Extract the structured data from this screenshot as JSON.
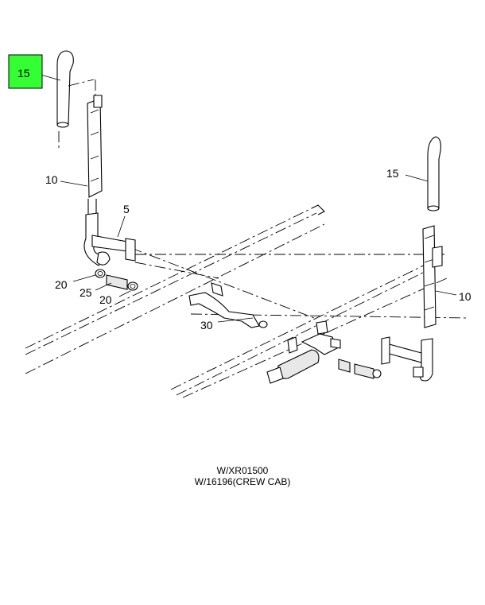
{
  "callouts": {
    "stack_left": "15",
    "heatshield_left": "10",
    "bracket": "5",
    "clamp_a": "20",
    "coupler": "25",
    "clamp_b": "20",
    "exhaust_pipe": "30",
    "stack_right": "15",
    "heatshield_right": "10"
  },
  "highlight": {
    "label": "15",
    "color": "#33ff33"
  },
  "caption": {
    "line1": "W/XR01500",
    "line2": "W/16196(CREW CAB)"
  }
}
